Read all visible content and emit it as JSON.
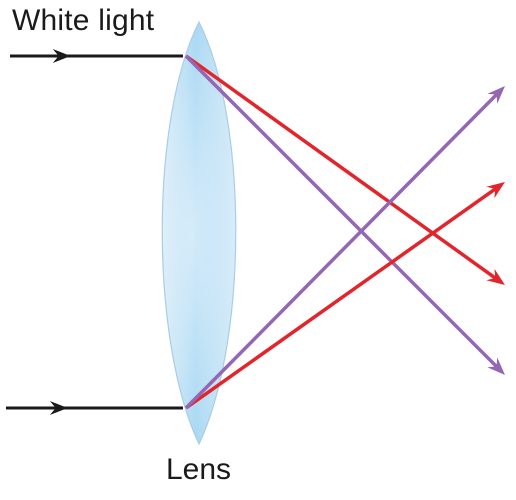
{
  "labels": {
    "incoming_light": "White light",
    "lens": "Lens"
  },
  "icons": {
    "lens": "biconvex-lens-icon",
    "arrowhead": "arrowhead-icon"
  },
  "colors": {
    "incoming_ray": "#1a1a1a",
    "red_ray": "#e3242b",
    "violet_ray": "#9466b4",
    "lens_edge": "#a9cde6",
    "lens_center": "#9fd3f2",
    "lens_outer": "#d8ecf8",
    "text": "#1a1a1a"
  },
  "rays": [
    {
      "name": "incoming-ray-top",
      "kind": "incoming",
      "color": "#1a1a1a"
    },
    {
      "name": "incoming-ray-bottom",
      "kind": "incoming",
      "color": "#1a1a1a"
    },
    {
      "name": "red-ray-from-top",
      "kind": "refracted",
      "color": "#e3242b"
    },
    {
      "name": "violet-ray-from-top",
      "kind": "refracted",
      "color": "#9466b4"
    },
    {
      "name": "red-ray-from-bottom",
      "kind": "refracted",
      "color": "#e3242b"
    },
    {
      "name": "violet-ray-from-bottom",
      "kind": "refracted",
      "color": "#9466b4"
    }
  ]
}
